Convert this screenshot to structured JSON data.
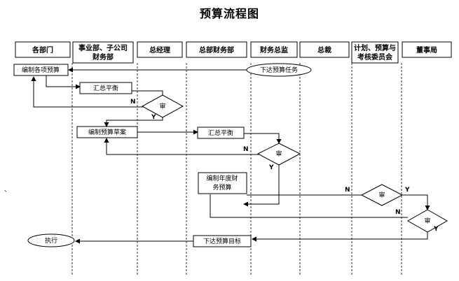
{
  "title": "预算流程图",
  "lanes": [
    {
      "label": "各部门"
    },
    {
      "label": "事业部、子公司",
      "label2": "财务部"
    },
    {
      "label": "总经理"
    },
    {
      "label": "总部财务部"
    },
    {
      "label": "财务总监"
    },
    {
      "label": "总裁"
    },
    {
      "label": "计划、预算与",
      "label2": "考核委员会"
    },
    {
      "label": "董事局"
    }
  ],
  "nodes": {
    "issue_task": "下达预算任务",
    "compile_budgets": "编制各项预算",
    "summary_balance_1": "汇总平衡",
    "review_1": "审",
    "compile_draft": "编制预算草案",
    "summary_balance_2": "汇总平衡",
    "review_2": "审",
    "annual_budget_line1": "编制年度财",
    "annual_budget_line2": "务预算",
    "review_3": "审",
    "review_4": "审",
    "issue_target": "下达预算目标",
    "execute": "执行"
  },
  "labels": {
    "n": "N",
    "y": "Y",
    "mark": "、"
  }
}
